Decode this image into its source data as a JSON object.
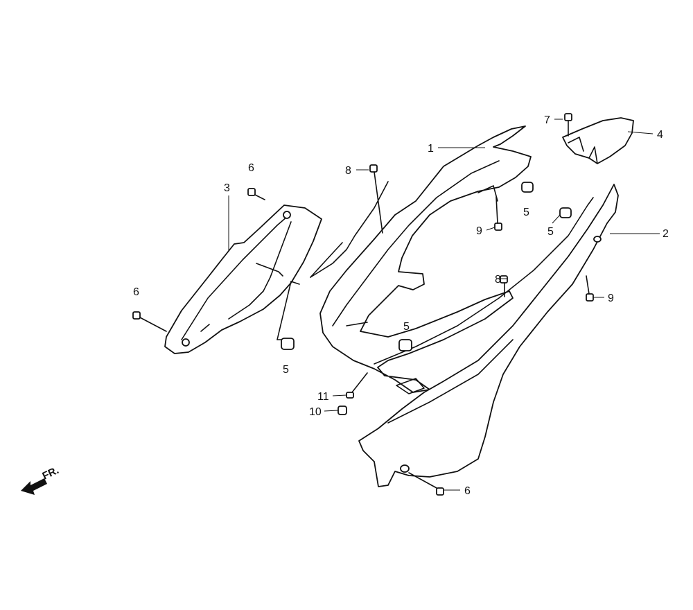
{
  "diagram": {
    "callouts": {
      "c1": "1",
      "c2": "2",
      "c3": "3",
      "c4": "4",
      "c5a": "5",
      "c5b": "5",
      "c5c": "5",
      "c5d": "5",
      "c6a": "6",
      "c6b": "6",
      "c6c": "6",
      "c7": "7",
      "c8a": "8",
      "c8b": "8",
      "c9a": "9",
      "c9b": "9",
      "c10": "10",
      "c11": "11"
    },
    "front_marker": "FR."
  }
}
